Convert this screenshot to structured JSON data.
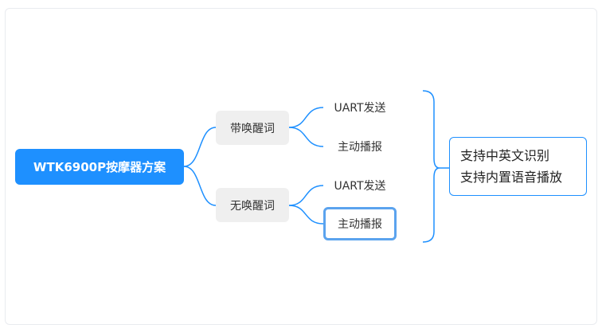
{
  "colors": {
    "root_fill": "#1e90ff",
    "branch_fill": "#efefef",
    "connector": "#1e90ff",
    "selected_border": "#5ba3ee"
  },
  "mindmap": {
    "root": {
      "label": "WTK6900P按摩器方案"
    },
    "branches": [
      {
        "label": "带唤醒词",
        "children": [
          {
            "label": "UART发送"
          },
          {
            "label": "主动播报"
          }
        ]
      },
      {
        "label": "无唤醒词",
        "children": [
          {
            "label": "UART发送"
          },
          {
            "label": "主动播报",
            "selected": true
          }
        ]
      }
    ],
    "summary": {
      "lines": [
        "支持中英文识别",
        "支持内置语音播放"
      ]
    }
  }
}
